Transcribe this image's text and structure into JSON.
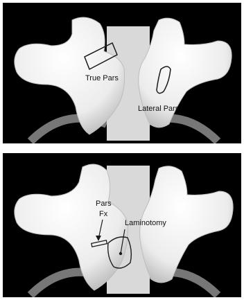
{
  "labels": {
    "true_pars": "True Pars",
    "lateral_pars": "Lateral Pars",
    "pars_fx_line1": "Pars",
    "pars_fx_line2": "Fx",
    "laminotomy": "Laminotomy"
  },
  "colors": {
    "background": "#000000",
    "bone": "#f1f1f1",
    "bone_shadow": "#c9c9c9",
    "outline": "#1a1a1a",
    "separator": "#ffffff"
  }
}
